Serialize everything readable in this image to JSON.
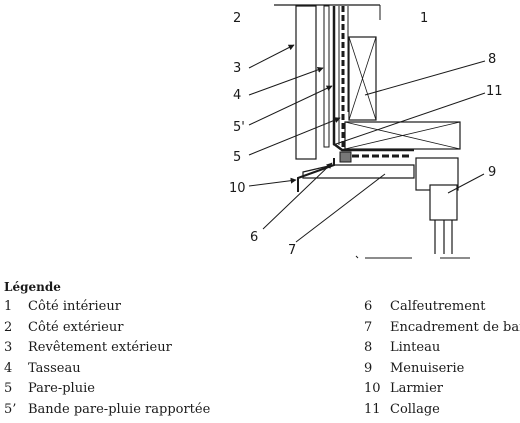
{
  "figure": {
    "callouts": [
      "2",
      "1",
      "3",
      "4",
      "5'",
      "5",
      "10",
      "6",
      "7",
      "8",
      "11",
      "9"
    ]
  },
  "legend": {
    "title": "Légende",
    "left": [
      {
        "num": "1",
        "text": "Côté intérieur"
      },
      {
        "num": "2",
        "text": "Côté extérieur"
      },
      {
        "num": "3",
        "text": "Revêtement extérieur"
      },
      {
        "num": "4",
        "text": "Tasseau"
      },
      {
        "num": "5",
        "text": "Pare-pluie"
      },
      {
        "num": "5’",
        "text": "Bande pare-pluie rapportée"
      }
    ],
    "right": [
      {
        "num": "6",
        "text": "Calfeutrement"
      },
      {
        "num": "7",
        "text": "Encadrement de baie"
      },
      {
        "num": "8",
        "text": "Linteau"
      },
      {
        "num": "9",
        "text": "Menuiserie"
      },
      {
        "num": "10",
        "text": "Larmier"
      },
      {
        "num": "11",
        "text": "Collage"
      }
    ]
  }
}
